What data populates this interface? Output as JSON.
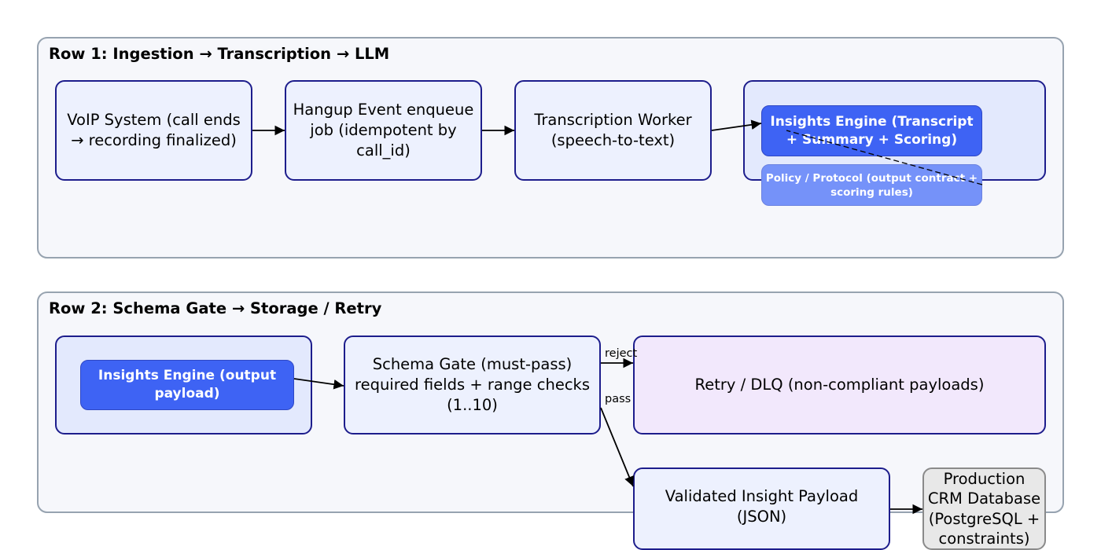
{
  "rows": [
    {
      "title": "Row 1: Ingestion → Transcription → LLM"
    },
    {
      "title": "Row 2: Schema Gate → Storage / Retry"
    }
  ],
  "nodes": {
    "voip": "VoIP System (call ends → recording finalized)",
    "hangup": "Hangup Event enqueue job (idempotent by call_id)",
    "transcription": "Transcription Worker (speech-to-text)",
    "insights_llm": "Insights Engine (Transcript + Summary + Scoring)",
    "policy": "Policy / Protocol (output contract + scoring rules)",
    "insights_output": "Insights Engine (output payload)",
    "schema_gate": "Schema Gate (must-pass) required fields + range checks (1..10)",
    "retry_dlq": "Retry / DLQ (non-compliant payloads)",
    "validated": "Validated Insight Payload (JSON)",
    "crm_db": "Production CRM Database (PostgreSQL + constraints)"
  },
  "edges": {
    "reject_label": "reject",
    "pass_label": "pass"
  },
  "colors": {
    "node_fill": "#edf1fe",
    "node_border": "#1d1d8c",
    "container_fill": "#e3e9fd",
    "llm_fill": "#3e63f4",
    "policy_fill": "#7592f9",
    "retry_fill": "#f2e8fc",
    "db_fill": "#e8e8e8",
    "db_border": "#8a8a8a",
    "group_fill": "#f6f7fb",
    "group_border": "#97a3b0"
  }
}
